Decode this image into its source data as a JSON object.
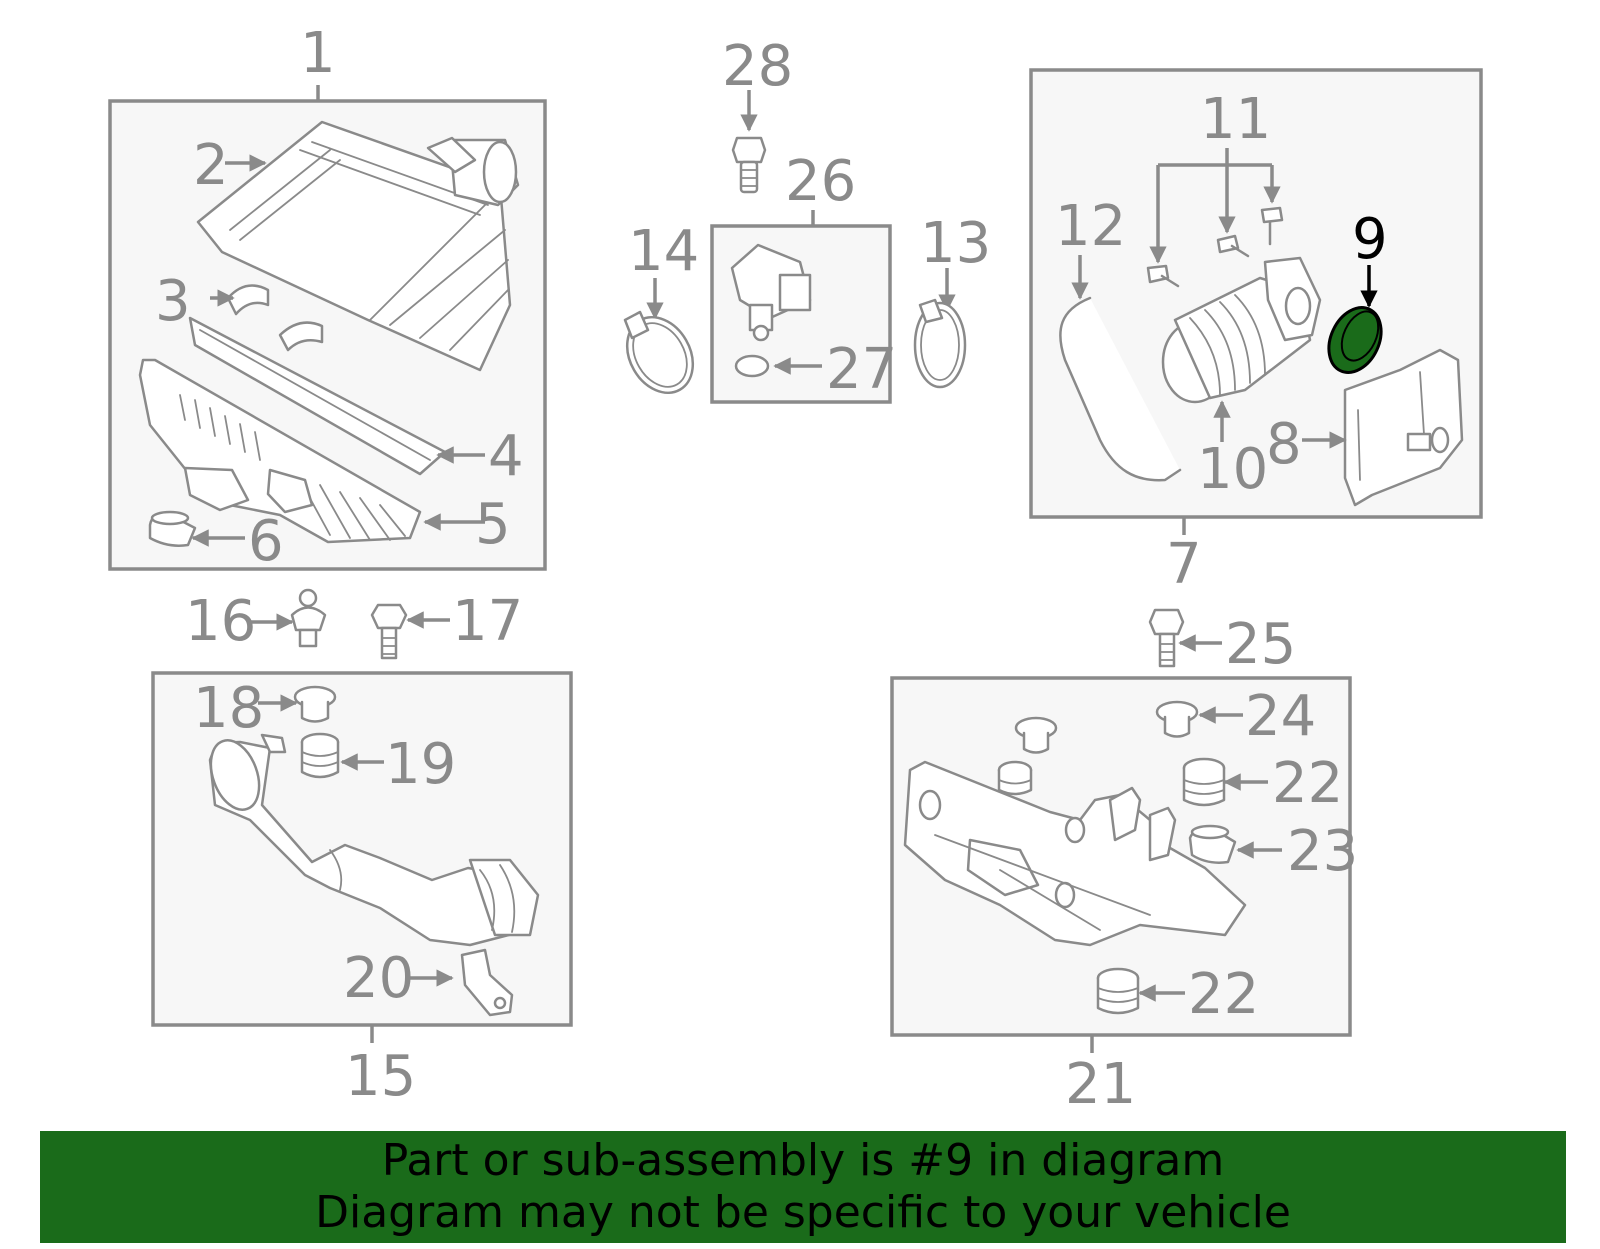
{
  "callouts": {
    "n1": "1",
    "n2": "2",
    "n3": "3",
    "n4": "4",
    "n5": "5",
    "n6": "6",
    "n7": "7",
    "n8": "8",
    "n9": "9",
    "n10": "10",
    "n11": "11",
    "n12": "12",
    "n13": "13",
    "n14": "14",
    "n15": "15",
    "n16": "16",
    "n17": "17",
    "n18": "18",
    "n19": "19",
    "n20": "20",
    "n21": "21",
    "n22a": "22",
    "n22b": "22",
    "n23": "23",
    "n24": "24",
    "n25": "25",
    "n26": "26",
    "n27": "27",
    "n28": "28"
  },
  "highlight": {
    "part_number": "9",
    "fill_color": "#1a6b1a"
  },
  "banner": {
    "line1": "Part or sub-assembly is #9 in diagram",
    "line2": "Diagram may not be specific to your vehicle",
    "background": "#1a6b1a"
  },
  "colors": {
    "line": "#8a8a8a",
    "box_fill": "#f7f7f7",
    "active": "#000000"
  }
}
